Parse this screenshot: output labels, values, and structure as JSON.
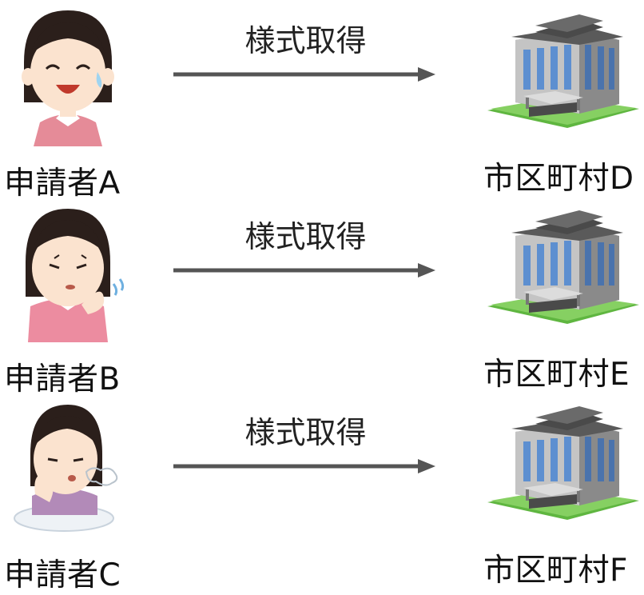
{
  "rows": [
    {
      "applicant_label": "申請者A",
      "arrow_label": "様式取得",
      "office_label": "市区町村D"
    },
    {
      "applicant_label": "申請者B",
      "arrow_label": "様式取得",
      "office_label": "市区町村E"
    },
    {
      "applicant_label": "申請者C",
      "arrow_label": "様式取得",
      "office_label": "市区町村F"
    }
  ],
  "colors": {
    "arrow": "#555555",
    "hair": "#2b1f1b",
    "skin": "#fbe3cf",
    "shirt_a": "#e58b98",
    "shirt_b": "#ec8ca0",
    "shirt_c": "#b28ab8",
    "building_wall": "#a8a8a8",
    "building_glass": "#6f97cf",
    "grass": "#76c850"
  },
  "icons": [
    "happy-woman-icon",
    "worried-woman-icon",
    "sighing-woman-icon",
    "office-building-icon",
    "right-arrow-icon"
  ]
}
